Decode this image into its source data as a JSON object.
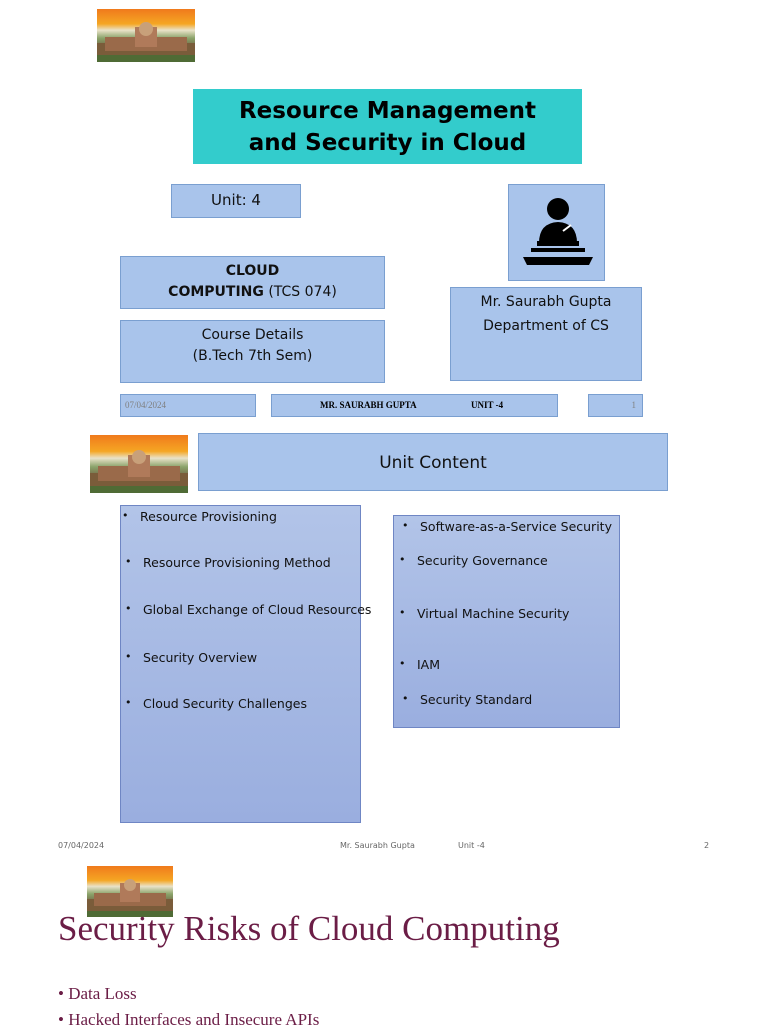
{
  "slide1": {
    "title_line1": "Resource Management",
    "title_line2": "and Security in Cloud",
    "unit": "Unit:  4",
    "course_bold": "CLOUD",
    "course_bold2": "COMPUTING",
    "course_code": " (TCS 074)",
    "details_line1": "Course Details",
    "details_line2": "(B.Tech  7th Sem)",
    "presenter_name": "Mr. Saurabh Gupta",
    "presenter_dept": "Department of CS",
    "footer_date": "07/04/2024",
    "footer_name": "MR. SAURABH GUPTA",
    "footer_unit": "UNIT -4",
    "footer_page": "1",
    "icon": "speaker-podium-icon"
  },
  "slide2": {
    "heading": "Unit Content",
    "left_items": [
      "Resource Provisioning",
      "Resource Provisioning Method",
      "Global Exchange of Cloud Resources",
      "Security Overview",
      "Cloud Security Challenges"
    ],
    "right_items": [
      "Software-as-a-Service Security",
      "Security Governance",
      "Virtual Machine Security",
      "IAM",
      "Security Standard"
    ],
    "footer_date": "07/04/2024",
    "footer_name": "Mr. Saurabh Gupta",
    "footer_unit": "Unit -4",
    "footer_page": "2"
  },
  "slide3": {
    "title": "Security Risks of Cloud Computing",
    "bullets": [
      "Data Loss",
      "Hacked Interfaces and Insecure APIs"
    ]
  },
  "colors": {
    "title_bg": "#33cccc",
    "box_bg": "#a9c4eb",
    "list_bg": "#9aaedf",
    "maroon_text": "#6b1d46"
  }
}
